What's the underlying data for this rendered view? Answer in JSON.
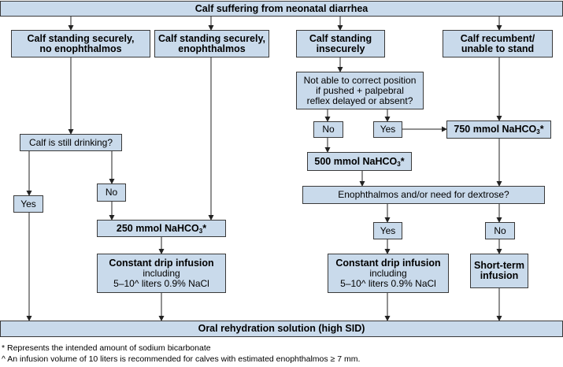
{
  "top": "Calf suffering from neonatal diarrhea",
  "cat1": [
    "Calf standing securely,",
    "no enophthalmos"
  ],
  "cat2": [
    "Calf standing securely,",
    "enophthalmos"
  ],
  "cat3": [
    "Calf standing",
    "insecurely"
  ],
  "cat4": [
    "Calf recumbent/",
    "unable to stand"
  ],
  "q_position": [
    "Not able to correct position",
    "if pushed + palpebral",
    "reflex delayed or absent?"
  ],
  "q_drinking": "Calf is still drinking?",
  "q_enoph": "Enophthalmos and/or need for dextrose?",
  "no": "No",
  "yes": "Yes",
  "dose_prefix": "mmol NaHCO",
  "dose_sub": "3",
  "dose_suffix": "*",
  "dose_750": "750",
  "dose_500": "500",
  "dose_250": "250",
  "drip": {
    "title": "Constant drip infusion",
    "line2": "including",
    "line3": "5–10^ liters 0.9% NaCl"
  },
  "short_term": [
    "Short-term",
    "infusion"
  ],
  "ors": "Oral rehydration solution (high SID)",
  "footnote1": "* Represents the intended amount of sodium bicarbonate",
  "footnote2": "^ An infusion volume of 10 liters is recommended for calves with estimated enophthalmos ≥ 7 mm."
}
